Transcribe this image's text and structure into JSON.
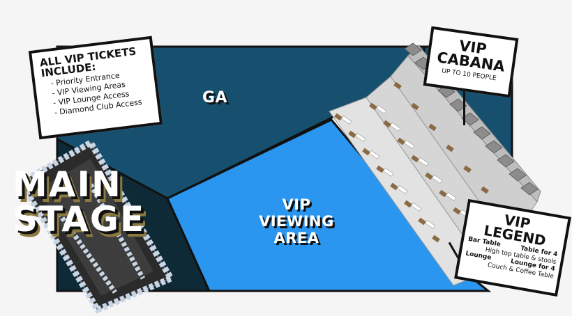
{
  "map": {
    "colors": {
      "background": "#f5f5f5",
      "ga": "#17506e",
      "ga_dark": "#0d2a36",
      "vip_viewing": "#2a96f0",
      "outline": "#111111",
      "platform": "#d9d9d9",
      "table": "#8a6a44",
      "tent": "#8c8c8c",
      "truss": "#c9d6e6",
      "stage": "#3a3a3a",
      "shadow_gold": "#8b7a3f"
    },
    "zones": {
      "ga": "GA",
      "vip_viewing": [
        "VIP",
        "VIEWING",
        "AREA"
      ],
      "main_stage": [
        "MAIN",
        "STAGE"
      ]
    },
    "vip_tickets_sign": {
      "title": [
        "ALL VIP TICKETS",
        "INCLUDE:"
      ],
      "items": [
        "- Priority Entrance",
        "- VIP Viewing Areas",
        "- VIP Lounge Access",
        "- Diamond Club Access"
      ]
    },
    "cabana_sign": {
      "title": [
        "VIP",
        "CABANA"
      ],
      "subtitle": "UP TO 10 PEOPLE"
    },
    "legend_sign": {
      "title": [
        "VIP",
        "LEGEND"
      ],
      "rows": [
        {
          "left": "Bar Table",
          "right": "Table for 4",
          "sub": "High top table & stools"
        },
        {
          "left": "Lounge",
          "right": "Lounge for 4",
          "sub": "Couch & Coffee Table"
        }
      ]
    }
  }
}
